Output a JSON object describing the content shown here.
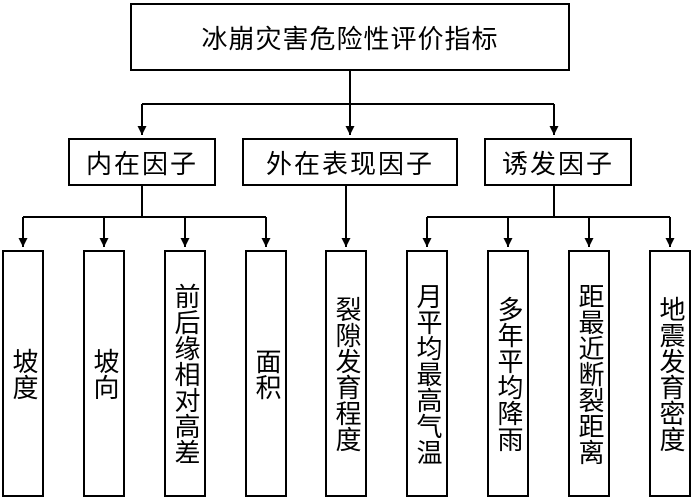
{
  "title": "冰崩灾害危险性评价指标",
  "categories": [
    {
      "label": "内在因子",
      "indicators": [
        "坡度",
        "坡向",
        "前后缘相对高差",
        "面积"
      ]
    },
    {
      "label": "外在表现因子",
      "indicators": [
        "裂隙发育程度"
      ]
    },
    {
      "label": "诱发因子",
      "indicators": [
        "月平均最高气温",
        "多年平均降雨",
        "距最近断裂距离",
        "地震发育密度"
      ]
    }
  ]
}
